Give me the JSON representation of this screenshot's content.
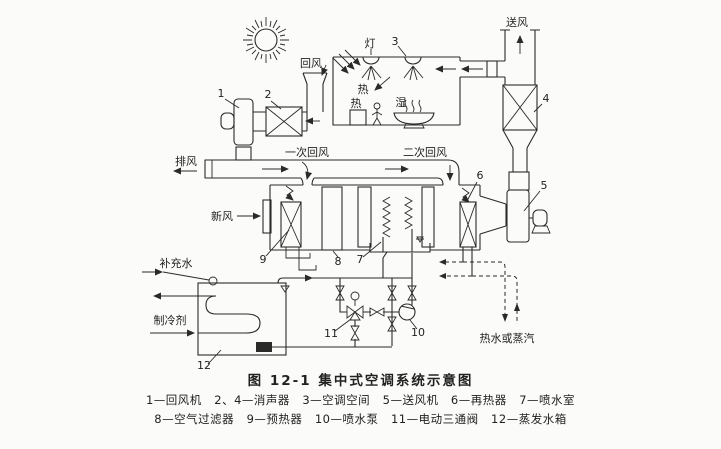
{
  "figure": {
    "caption": "图 12-1  集中式空调系统示意图",
    "legend_line1": "1—回风机   2、4—消声器   3—空调空间   5—送风机   6—再热器   7—喷水室",
    "legend_line2": "8—空气过滤器   9—预热器   10—喷水泵   11—电动三通阀   12—蒸发水箱"
  },
  "labels": {
    "supply_air": "送风",
    "exhaust_air": "排风",
    "return_air": "回风",
    "fresh_air": "新风",
    "primary_return_air": "一次回风",
    "secondary_return_air": "二次回风",
    "makeup_water": "补充水",
    "refrigerant": "制冷剂",
    "hot_water_or_steam": "热水或蒸汽",
    "lamp": "灯",
    "heat_envelope": "热",
    "heat_radiator": "热",
    "moisture": "湿"
  },
  "callouts": {
    "n1": "1",
    "n2": "2",
    "n3": "3",
    "n4": "4",
    "n5": "5",
    "n6": "6",
    "n7": "7",
    "n8": "8",
    "n9": "9",
    "n10": "10",
    "n11": "11",
    "n12": "12"
  },
  "colors": {
    "ink": "#2a2a28",
    "paper": "#fbfbf9"
  }
}
